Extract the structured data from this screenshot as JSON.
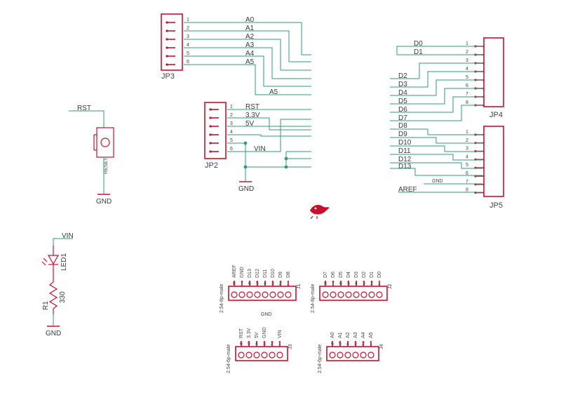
{
  "jp3": {
    "name": "JP3",
    "pins": [
      "1",
      "2",
      "3",
      "4",
      "5",
      "6"
    ],
    "nets": [
      "A0",
      "A1",
      "A2",
      "A3",
      "A4",
      "A5"
    ],
    "a5_drop": "A5"
  },
  "jp2": {
    "name": "JP2",
    "pins": [
      "1",
      "2",
      "3",
      "4",
      "5",
      "6"
    ],
    "nets": [
      "RST",
      "3.3V",
      "5V",
      "",
      "",
      "VIN"
    ],
    "gnd": "GND"
  },
  "jp4": {
    "name": "JP4",
    "pins": [
      "1",
      "2",
      "3",
      "4",
      "5",
      "6",
      "7",
      "8"
    ],
    "nets": [
      "D0",
      "D1",
      "D2",
      "D3",
      "D4",
      "D5",
      "D6",
      "D7"
    ]
  },
  "jp5": {
    "name": "JP5",
    "pins": [
      "1",
      "2",
      "3",
      "4",
      "5",
      "6",
      "7",
      "8"
    ],
    "nets": [
      "D8",
      "D9",
      "D10",
      "D11",
      "D12",
      "D13",
      "GND",
      "AREF"
    ]
  },
  "reset": {
    "net": "RST",
    "part": "RESET",
    "gnd": "GND"
  },
  "led": {
    "vin": "VIN",
    "led_name": "LED1",
    "res_name": "R1",
    "res_value": "330",
    "gnd": "GND"
  },
  "j1": {
    "name": "J1",
    "part": "2.54-8p-male",
    "labels": [
      "AREF",
      "GND",
      "D13",
      "D12",
      "D11",
      "D10",
      "D9",
      "D8"
    ]
  },
  "j2": {
    "name": "J2",
    "part": "2.54-8p-male",
    "labels": [
      "D7",
      "D6",
      "D5",
      "D4",
      "D3",
      "D2",
      "D1",
      "D0"
    ]
  },
  "j3": {
    "name": "J3",
    "part": "2.54-6p-male",
    "labels": [
      "RST",
      "3.3V",
      "5V",
      "GND",
      "",
      "VIN"
    ],
    "gnd_over": "GND"
  },
  "j4": {
    "name": "J4",
    "part": "2.54-6p-male",
    "labels": [
      "A0",
      "A1",
      "A2",
      "A3",
      "A4",
      "A5"
    ]
  },
  "colors": {
    "wire": "#2e9e78",
    "part": "#c8102e",
    "text": "#3a3a3a"
  },
  "icons": [
    "eagle-logo-icon"
  ]
}
